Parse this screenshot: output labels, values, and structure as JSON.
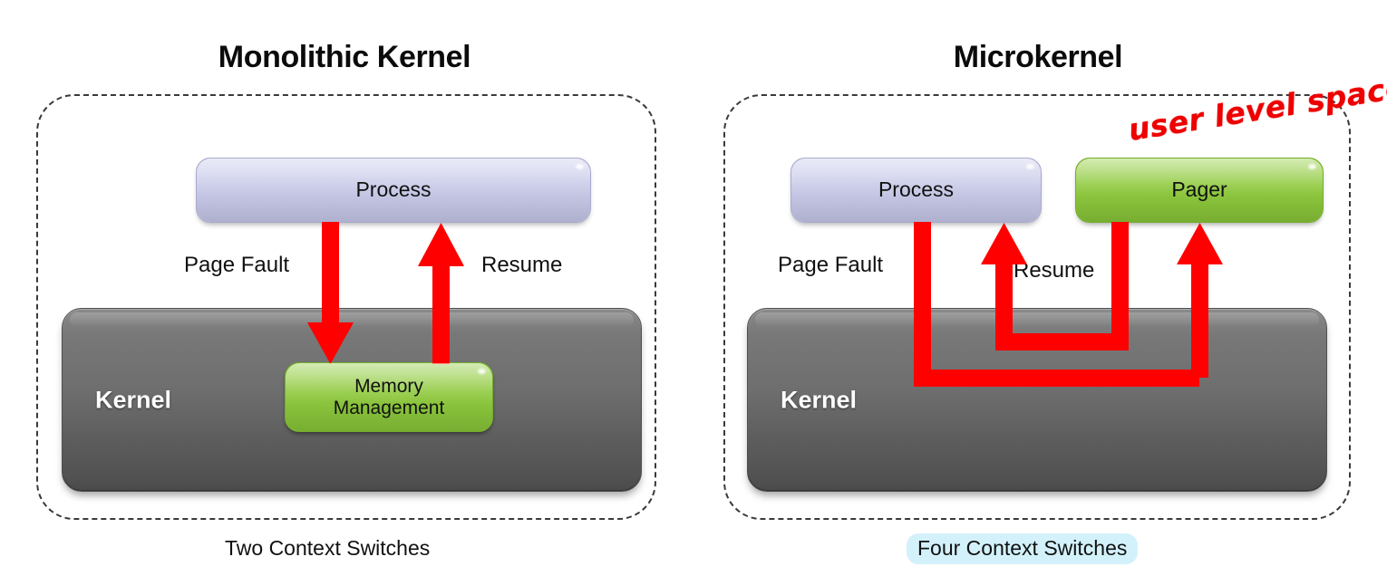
{
  "panels": [
    {
      "id": "monolithic",
      "title": "Monolithic Kernel",
      "caption": "Two Context Switches",
      "caption_highlighted": false,
      "kernel_label": "Kernel",
      "nodes": [
        {
          "name": "process",
          "label": "Process",
          "color": "#c7c9e7"
        },
        {
          "name": "memory-management",
          "label": "Memory\nManagement",
          "color": "#8fc93f"
        }
      ],
      "flow_labels": [
        "Page Fault",
        "Resume"
      ],
      "arrows": [
        {
          "name": "page-fault-arrow",
          "from": "Process",
          "to": "Memory Management",
          "direction": "down"
        },
        {
          "name": "resume-arrow",
          "from": "Memory Management",
          "to": "Process",
          "direction": "up"
        }
      ]
    },
    {
      "id": "microkernel",
      "title": "Microkernel",
      "caption": "Four Context Switches",
      "caption_highlighted": true,
      "kernel_label": "Kernel",
      "annotation": "user level space",
      "nodes": [
        {
          "name": "process",
          "label": "Process",
          "color": "#c7c9e7"
        },
        {
          "name": "pager",
          "label": "Pager",
          "color": "#8fc93f"
        }
      ],
      "flow_labels": [
        "Page Fault",
        "Resume"
      ],
      "arrows": [
        {
          "name": "page-fault-arrow",
          "from": "Process",
          "to": "Pager",
          "direction": "down-through-kernel"
        },
        {
          "name": "resume-arrow",
          "from": "Pager",
          "to": "Process",
          "direction": "up-through-kernel"
        }
      ]
    }
  ],
  "colors": {
    "arrow_red": "#ff0000",
    "annotation_red": "#ee0000",
    "kernel_gray": "#6e6e6e",
    "process_lavender": "#c7c9e7",
    "service_green": "#8fc93f",
    "caption_highlight": "#d3f1fb",
    "dashed_border": "#3a3a3a"
  }
}
